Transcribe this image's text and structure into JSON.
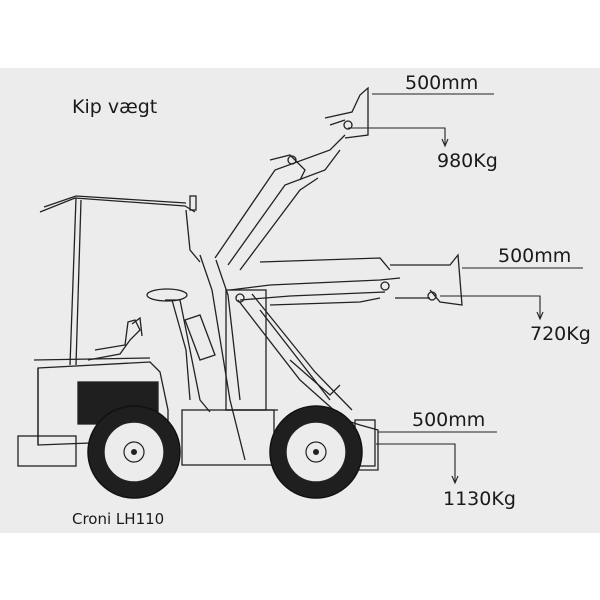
{
  "title": "Kip vægt",
  "model": "Croni LH110",
  "measurements": [
    {
      "distance": "500mm",
      "weight": "980Kg"
    },
    {
      "distance": "500mm",
      "weight": "720Kg"
    },
    {
      "distance": "500mm",
      "weight": "1130Kg"
    }
  ],
  "colors": {
    "background": "#ececec",
    "line": "#222222",
    "wheel": "#1f1f1f"
  }
}
